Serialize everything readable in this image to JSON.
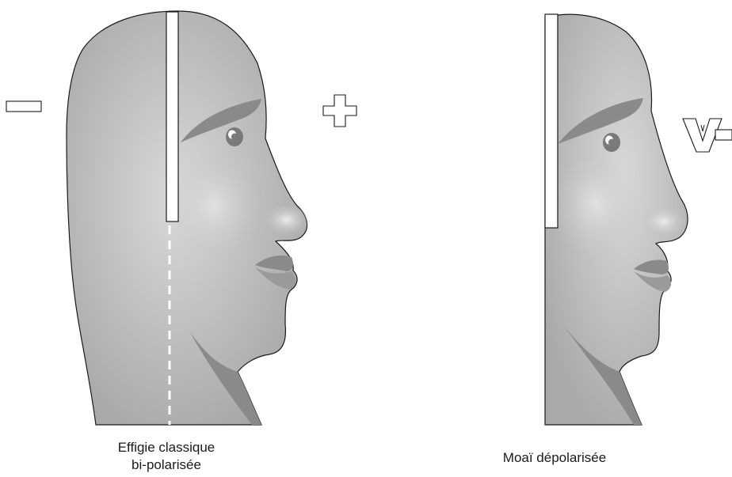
{
  "figures": [
    {
      "caption_line1": "Effigie classique",
      "caption_line2": "bi-polarisée"
    },
    {
      "caption": "Moaï dépolarisée"
    }
  ],
  "colors": {
    "head_fill": "#b8b8b8",
    "head_highlight": "#d9d9d9",
    "shadow_fill": "#8a8a8a",
    "outline": "#1a1a1a",
    "bar_fill": "#ffffff",
    "dash": "#ffffff"
  },
  "icons": {
    "minus": "minus-sign-icon",
    "plus": "plus-sign-icon",
    "v_minus": "v-minus-sign-icon"
  }
}
